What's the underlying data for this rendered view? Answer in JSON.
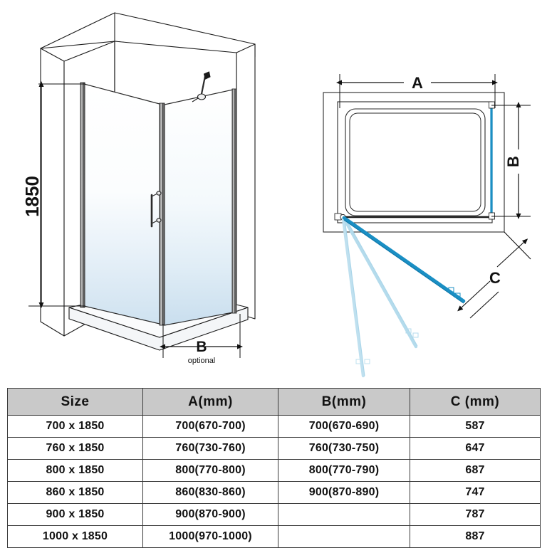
{
  "figures": {
    "perspective": {
      "name": "shower-enclosure-perspective-view",
      "height_dimension_label": "1850",
      "width_dimension_label": "B",
      "width_dimension_note": "optional",
      "parts": {
        "shower_head": "shower-head-icon",
        "door_handle": "door-handle-icon",
        "glass_panel": "glass-panel",
        "shower_tray": "shower-tray",
        "wall": "wall"
      },
      "colors": {
        "glass_top": "#ffffff",
        "glass_bottom": "#d3e4f1",
        "outline": "#1a1a1a",
        "tray": "#f2f4f6"
      }
    },
    "plan": {
      "name": "shower-enclosure-plan-view",
      "dim_a_label": "A",
      "dim_b_label": "B",
      "dim_c_label": "C",
      "door_swing_positions": 3,
      "colors": {
        "door_solid": "#1a8fc4",
        "door_ghost_1": "#9fd0e6",
        "door_ghost_2": "#bfe0ef",
        "outline": "#2b2b2b"
      }
    }
  },
  "table": {
    "name": "size-specification-table",
    "headers": [
      "Size",
      "A(mm)",
      "B(mm)",
      "C (mm)"
    ],
    "rows": [
      [
        "700 x 1850",
        "700(670-700)",
        "700(670-690)",
        "587"
      ],
      [
        "760 x 1850",
        "760(730-760)",
        "760(730-750)",
        "647"
      ],
      [
        "800 x 1850",
        "800(770-800)",
        "800(770-790)",
        "687"
      ],
      [
        "860 x 1850",
        "860(830-860)",
        "900(870-890)",
        "747"
      ],
      [
        "900 x 1850",
        "900(870-900)",
        "",
        "787"
      ],
      [
        "1000 x 1850",
        "1000(970-1000)",
        "",
        "887"
      ]
    ],
    "header_bg": "#c9c9c9",
    "border_color": "#3a3a3a"
  }
}
